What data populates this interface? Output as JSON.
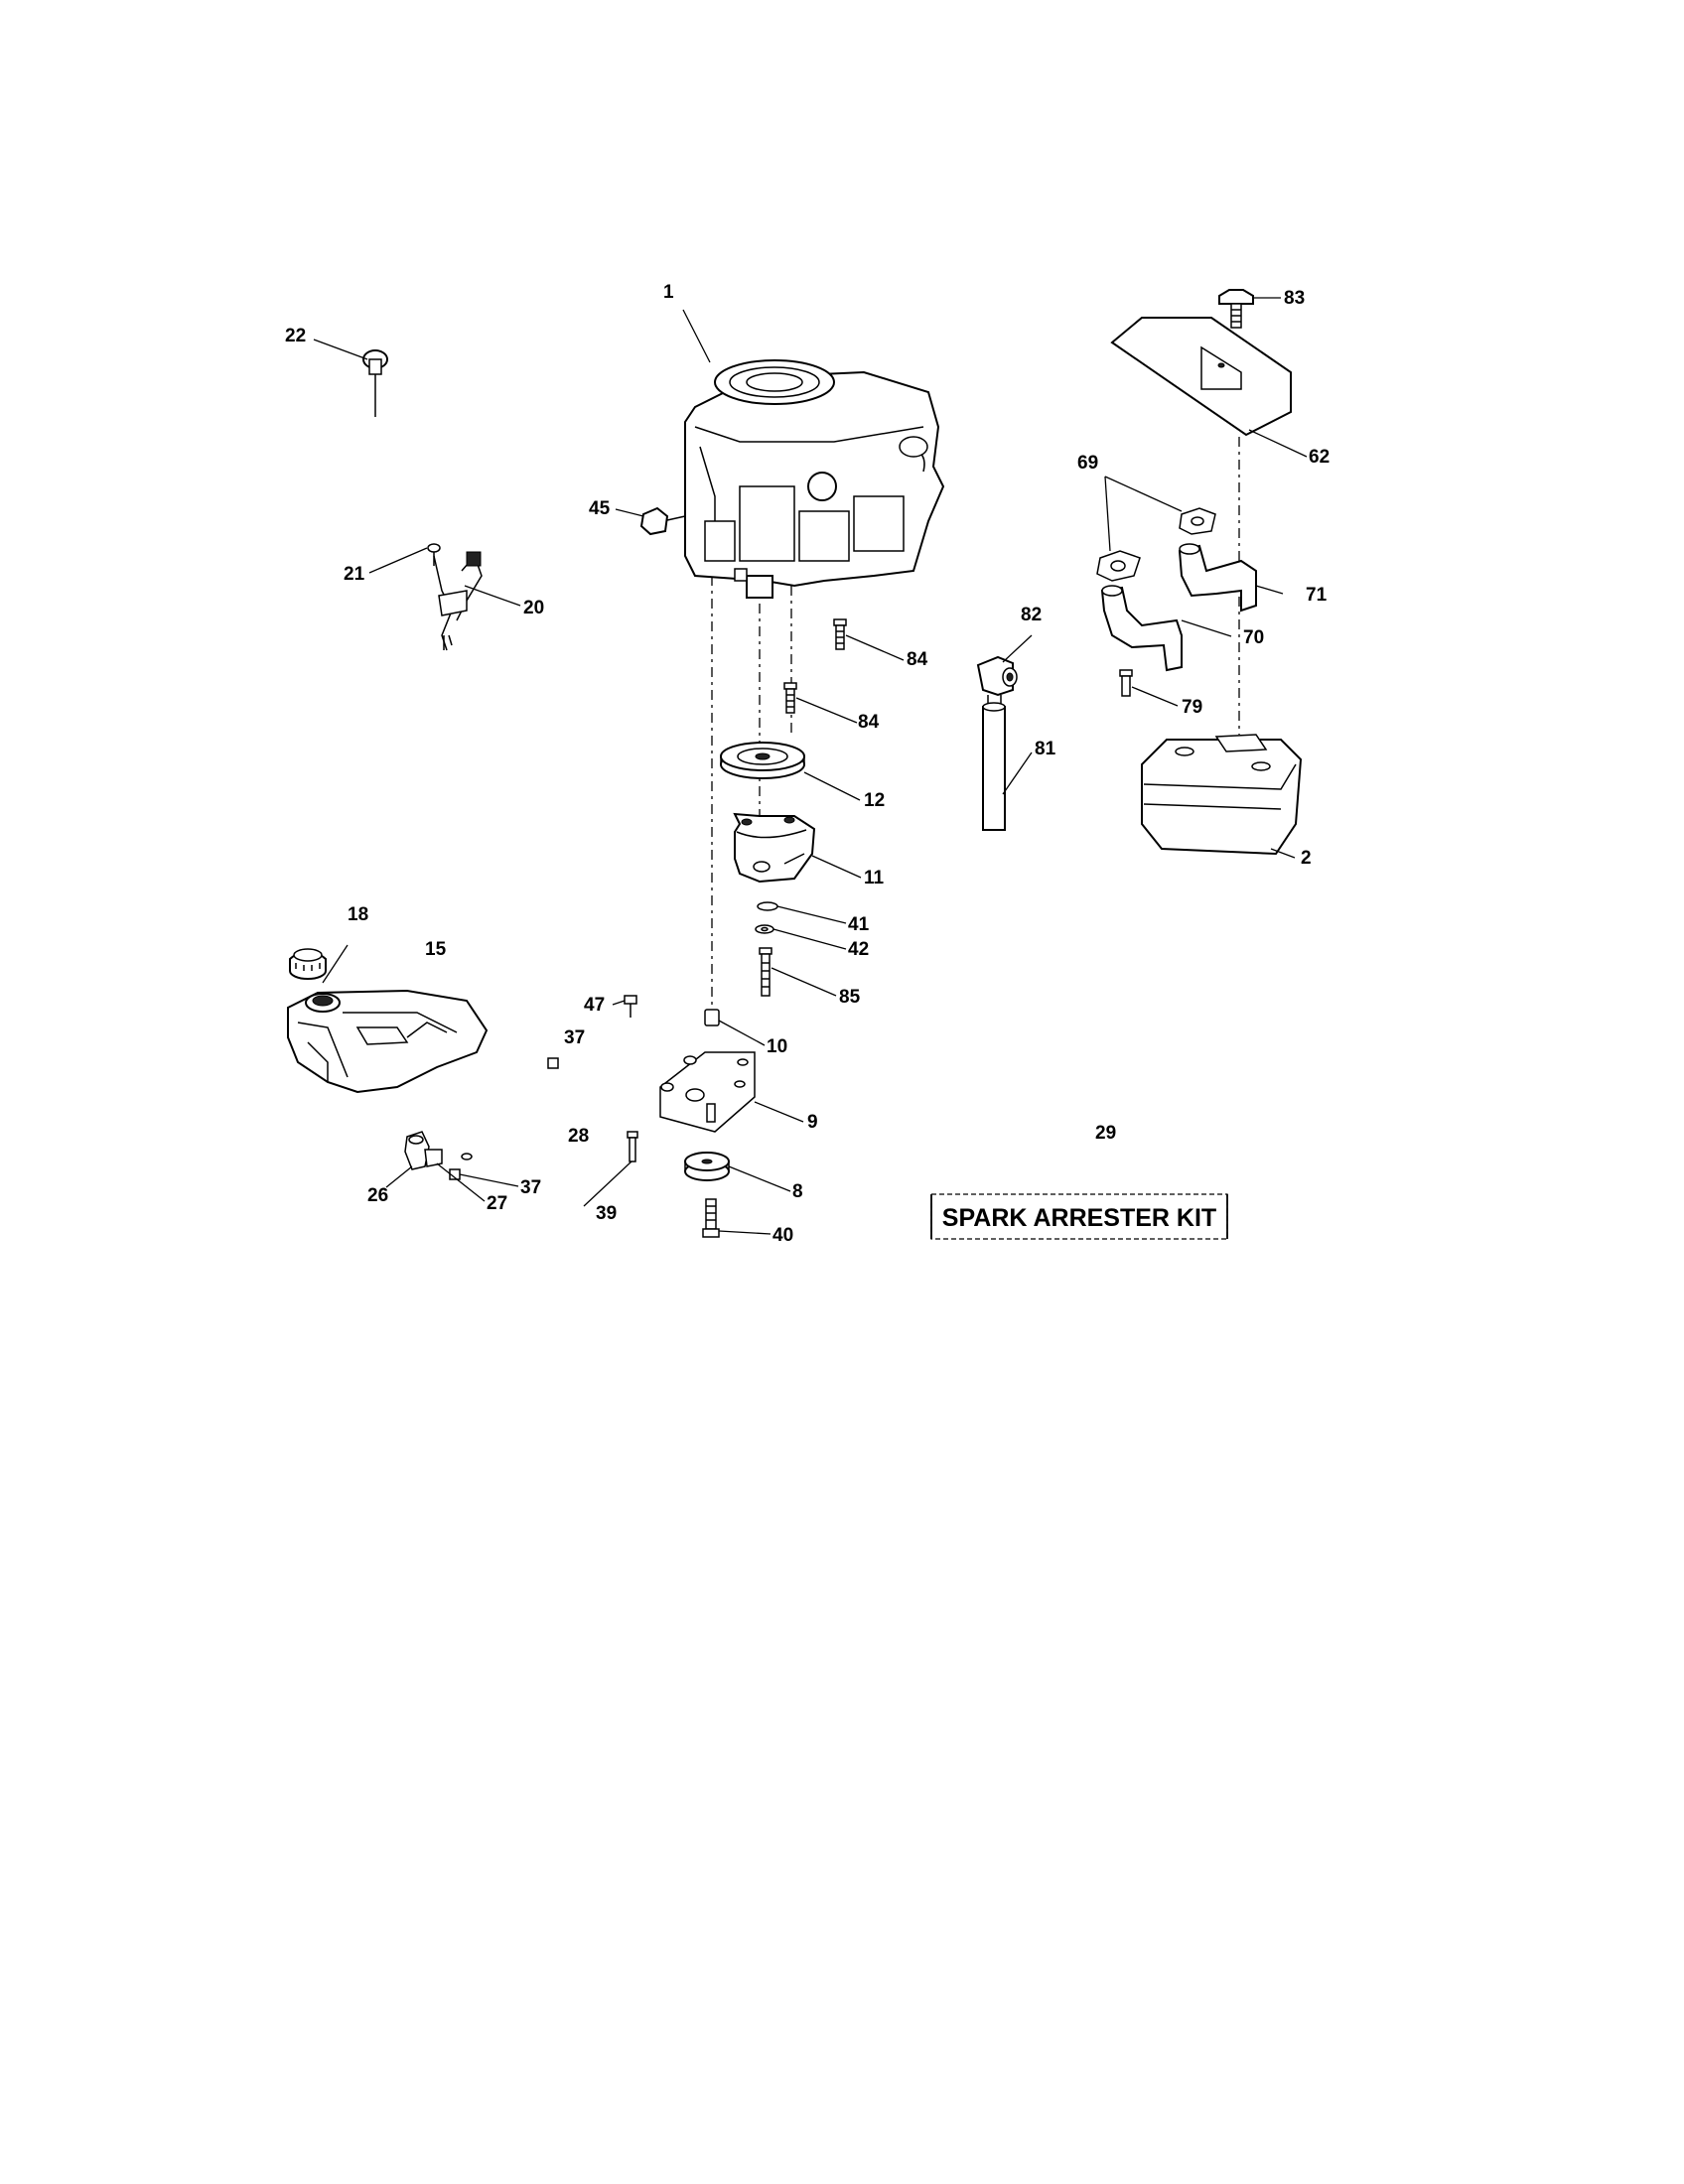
{
  "callouts": {
    "c1": "1",
    "c2": "2",
    "c8": "8",
    "c9": "9",
    "c10": "10",
    "c11": "11",
    "c12": "12",
    "c15": "15",
    "c18": "18",
    "c20": "20",
    "c21": "21",
    "c22": "22",
    "c26": "26",
    "c27": "27",
    "c28": "28",
    "c29": "29",
    "c37a": "37",
    "c37b": "37",
    "c39": "39",
    "c40": "40",
    "c41": "41",
    "c42": "42",
    "c45": "45",
    "c47": "47",
    "c62": "62",
    "c69": "69",
    "c70": "70",
    "c71": "71",
    "c79": "79",
    "c81": "81",
    "c82": "82",
    "c83": "83",
    "c84a": "84",
    "c84b": "84",
    "c85": "85"
  },
  "spark_arrester_kit": {
    "label": "SPARK ARRESTER KIT"
  }
}
